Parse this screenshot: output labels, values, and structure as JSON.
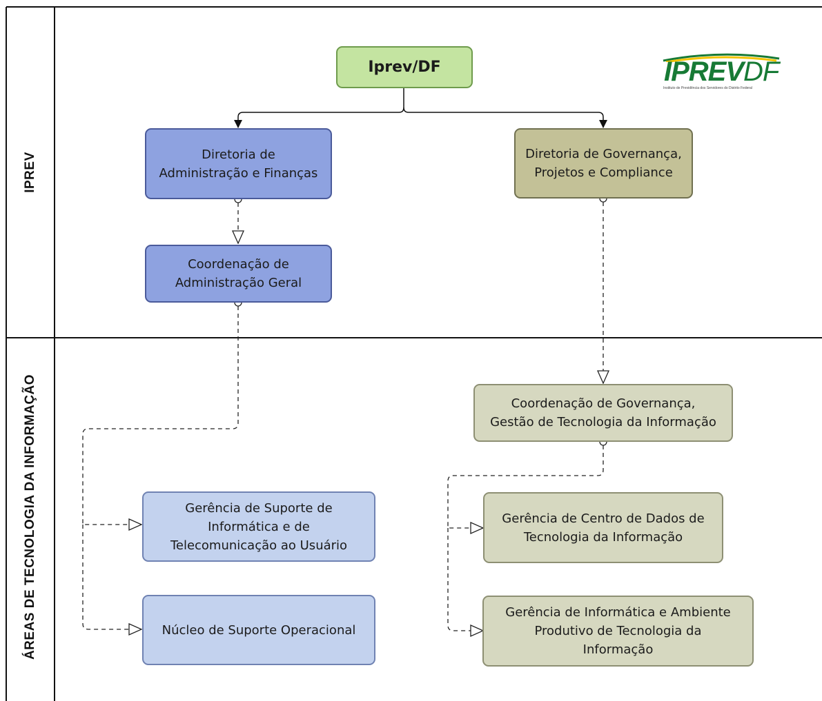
{
  "lanes": [
    {
      "label": "IPREV"
    },
    {
      "label": "ÁREAS DE TECNOLOGIA DA INFORMAÇÃO"
    }
  ],
  "logo": {
    "word_main": "IPREV",
    "word_df": "DF",
    "subtitle": "Instituto de Previdência dos Servidores do Distrito Federal",
    "color_green": "#177a35",
    "color_yellow": "#f2c300"
  },
  "nodes": {
    "root": "Iprev/DF",
    "daf": "Diretoria de\nAdministração e Finanças",
    "dgpc": "Diretoria de Governança,\nProjetos e Compliance",
    "cag": "Coordenação de\nAdministração Geral",
    "cgti": "Coordenação de Governança,\nGestão de Tecnologia da Informação",
    "gsitu": "Gerência de Suporte de\nInformática e de\nTelecomunicação ao Usuário",
    "nso": "Núcleo de Suporte Operacional",
    "gcdti": "Gerência de Centro de Dados de\nTecnologia da Informação",
    "giapti": "Gerência de Informática e Ambiente\nProdutivo de Tecnologia da\nInformação"
  },
  "colors": {
    "root_fill": "#c4e4a1",
    "admin_fill": "#8ea2e0",
    "admin_light_fill": "#c3d2ee",
    "gov_fill": "#c3c197",
    "gov_light_fill": "#d6d8c0"
  }
}
